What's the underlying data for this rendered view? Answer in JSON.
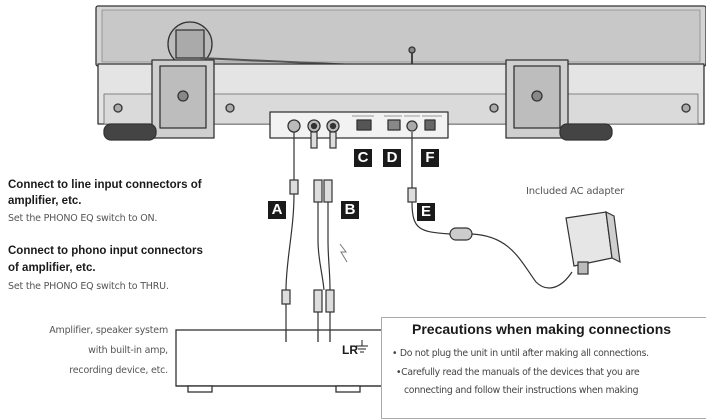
{
  "callouts": {
    "a": "A",
    "b": "B",
    "c": "C",
    "d": "D",
    "e": "E",
    "f": "F"
  },
  "line_input": {
    "heading_1": "Connect to line input connectors of",
    "heading_2": "amplifier, etc.",
    "note": "Set the PHONO EQ switch to ON."
  },
  "phono_input": {
    "heading_1": "Connect to phono input connectors",
    "heading_2": "of amplifier, etc.",
    "note": "Set the PHONO EQ switch to THRU."
  },
  "adapter_label": "Included AC adapter",
  "amplifier": {
    "line_1": "Amplifier, speaker system",
    "line_2": "with built-in amp,",
    "line_3": "recording device, etc."
  },
  "lr_label": "LR",
  "precautions": {
    "title": "Precautions when making connections",
    "item_1": "• Do not plug the unit in until after making all connections.",
    "item_2": "•Carefully read the manuals of the devices that you are",
    "item_3": "connecting and follow their instructions when making"
  }
}
